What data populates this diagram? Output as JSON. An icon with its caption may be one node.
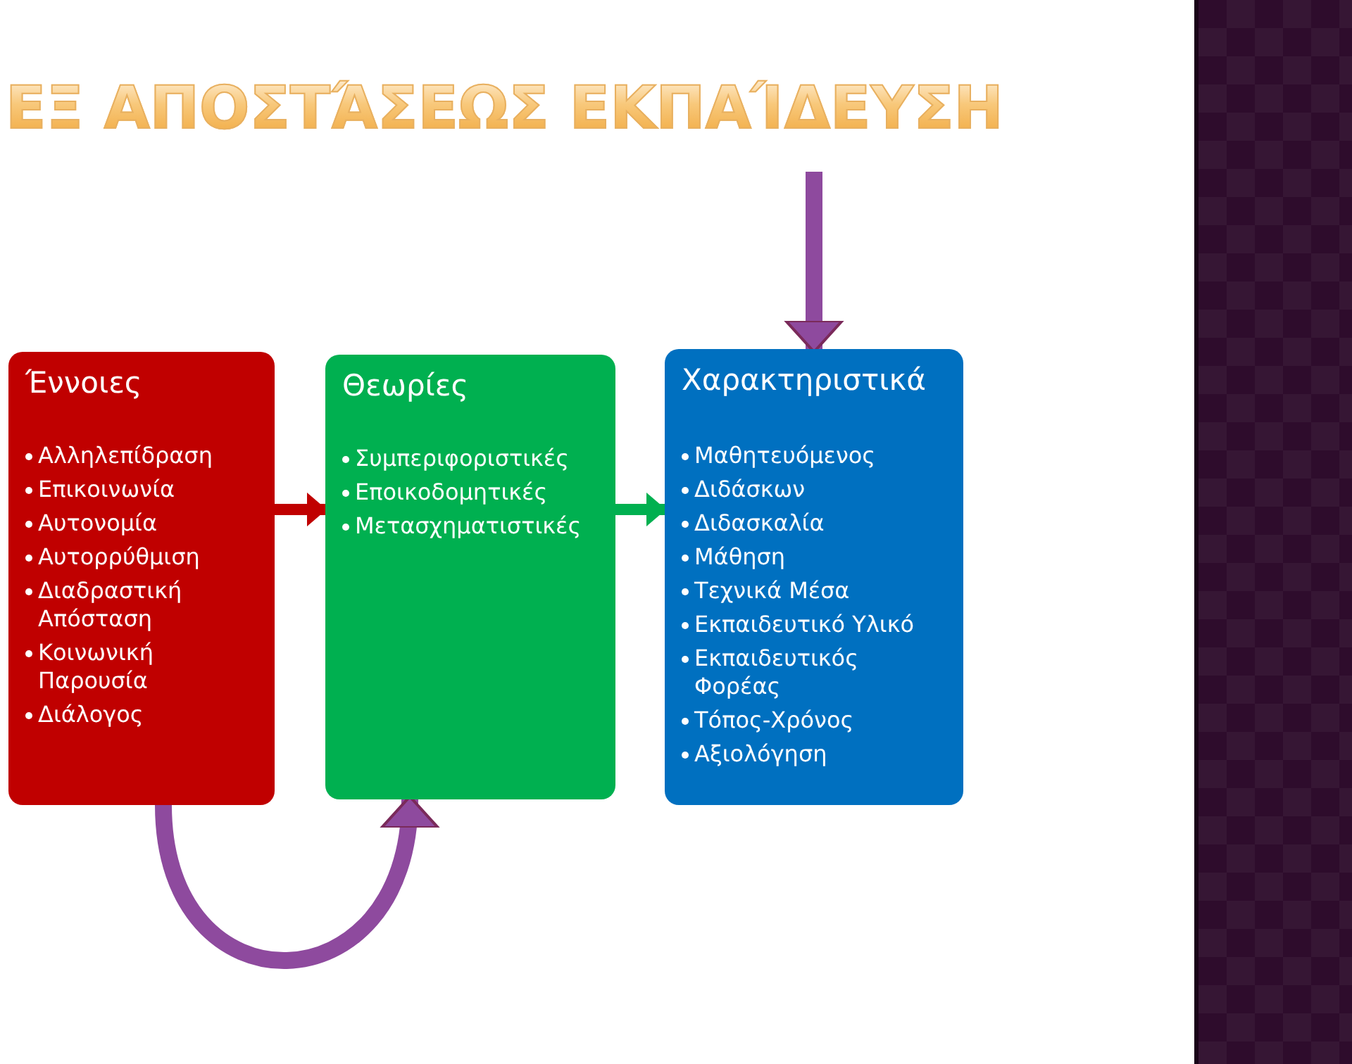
{
  "diagram": {
    "title": "ΕΞ ΑΠΟΣΤΆΣΕΩΣ ΕΚΠΑΊΔΕΥΣΗ",
    "nodes": [
      {
        "text": [
          "Έννοιες",
          "Αλληλεπίδραση",
          "Επικοινωνία",
          "Αυτονομία",
          "Αυτορρύθμιση",
          "Διαδραστική Απόσταση",
          "Κοινωνική Παρουσία",
          "Διάλογος"
        ]
      },
      {
        "text": [
          "Θεωρίες",
          "Συμπεριφοριστικές",
          "Εποικοδομητικές",
          "Μετασχηματιστικές"
        ]
      },
      {
        "text": [
          "Χαρακτηριστικά",
          "Μαθητευόμενος",
          "Διδάσκων",
          "Διδασκαλία",
          "Μάθηση",
          "Τεχνικά Μέσα",
          "Εκπαιδευτικό Υλικό",
          "Εκπαιδευτικός Φορέας",
          "Τόπος-Χρόνος",
          "Αξιολόγηση"
        ]
      }
    ],
    "edges": [
      {
        "from": 0,
        "to": 1,
        "arrow": "to",
        "color": "#c00000"
      },
      {
        "from": 1,
        "to": 2,
        "arrow": "to",
        "color": "#00b050"
      },
      {
        "from": 0,
        "to": 1,
        "arrow": "to",
        "color": "#8e4a9e"
      },
      {
        "from": null,
        "to": 2,
        "arrow": "to",
        "color": "#8e4a9e"
      }
    ]
  }
}
